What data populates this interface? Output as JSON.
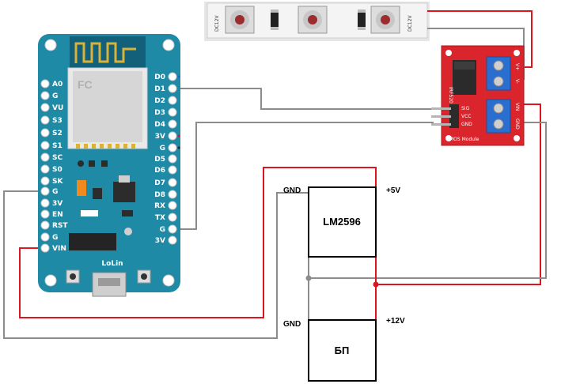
{
  "nodemcu": {
    "left_pins": [
      "A0",
      "G",
      "VU",
      "S3",
      "S2",
      "S1",
      "SC",
      "S0",
      "SK",
      "G",
      "3V",
      "EN",
      "RST",
      "G",
      "VIN"
    ],
    "right_pins": [
      "D0",
      "D1",
      "D2",
      "D3",
      "D4",
      "3V",
      "G",
      "D5",
      "D6",
      "D7",
      "D8",
      "RX",
      "TX",
      "G",
      "3V"
    ],
    "brand": "LoLin"
  },
  "led_strip": {
    "segment_label": "DC12V"
  },
  "mosfet_module": {
    "pins": [
      "SIG",
      "VCC",
      "GND"
    ],
    "screw_labels": [
      "V+",
      "V-",
      "VIN",
      "GND"
    ],
    "bottom_label": "MOS Module",
    "chip_label": "IRF520"
  },
  "lm2596": {
    "label": "LM2596",
    "gnd_label": "GND",
    "out_label": "+5V"
  },
  "psu": {
    "label": "БП",
    "gnd_label": "GND",
    "out_label": "+12V"
  },
  "colors": {
    "board": "#1e8aa6",
    "wire_red": "#e0141e",
    "wire_gray": "#8c8c8c",
    "mosfet_board": "#d9252b",
    "terminal": "#2a6fd0"
  }
}
